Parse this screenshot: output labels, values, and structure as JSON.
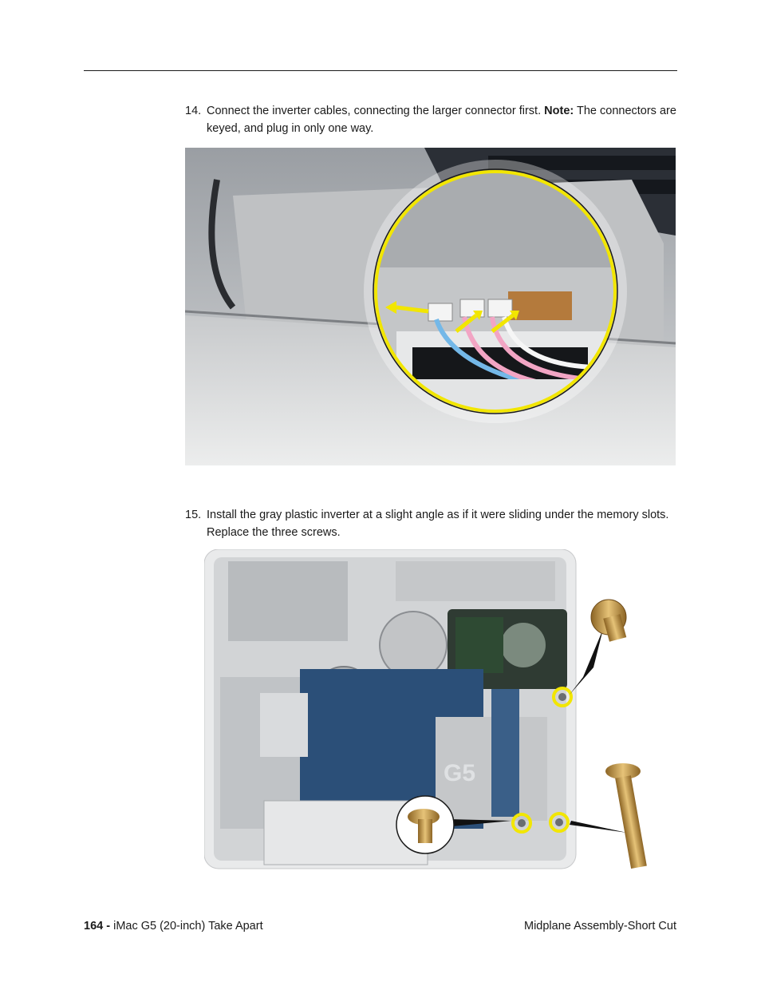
{
  "steps": [
    {
      "number": "14.",
      "text_before": "Connect the inverter cables, connecting the larger connector first. ",
      "note_label": "Note:",
      "text_after": " The connectors are keyed, and plug in only one way."
    },
    {
      "number": "15.",
      "text": "Install the gray plastic inverter at a slight angle as if it were sliding under the memory slots. Replace the three screws."
    }
  ],
  "photos": [
    {
      "name": "inverter-cable-connection-photo",
      "callout_color": "#f2e600",
      "arrow_color": "#f2e600"
    },
    {
      "name": "inverter-screws-photo",
      "label": "G5",
      "callout_color": "#f2e600",
      "screw_color": "#c9a14a"
    }
  ],
  "footer": {
    "page_number": "164 -",
    "doc_title": " iMac G5 (20-inch)  Take Apart",
    "section_title": "Midplane Assembly-Short Cut"
  }
}
